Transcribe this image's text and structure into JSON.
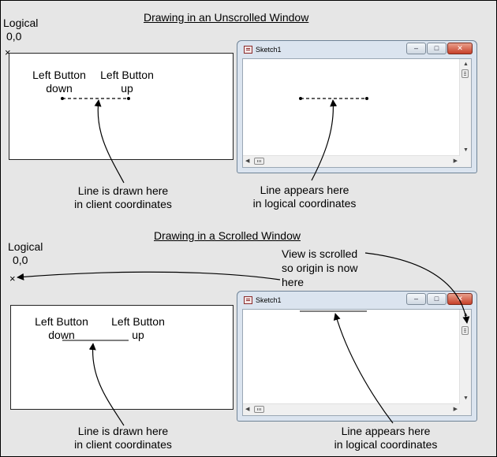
{
  "top_section": {
    "heading": "Drawing in an Unscrolled Window",
    "origin_label": "Logical",
    "origin_coords": "0,0",
    "origin_marker": "×",
    "button_down_line1": "Left Button",
    "button_down_line2": "down",
    "button_up_line1": "Left Button",
    "button_up_line2": "up",
    "client_caption_line1": "Line is drawn here",
    "client_caption_line2": "in client coordinates",
    "logical_caption_line1": "Line appears here",
    "logical_caption_line2": "in logical coordinates",
    "window": {
      "title": "Sketch1"
    }
  },
  "bottom_section": {
    "heading": "Drawing in a Scrolled Window",
    "origin_label": "Logical",
    "origin_coords": "0,0",
    "origin_marker": "×",
    "scroll_note_line1": "View is scrolled",
    "scroll_note_line2": "so origin is now",
    "scroll_note_line3": "here",
    "button_down_line1": "Left Button",
    "button_down_line2": "down",
    "button_up_line1": "Left Button",
    "button_up_line2": "up",
    "client_caption_line1": "Line is drawn here",
    "client_caption_line2": "in client coordinates",
    "logical_caption_line1": "Line appears here",
    "logical_caption_line2": "in logical coordinates",
    "window": {
      "title": "Sketch1"
    }
  },
  "window_controls": {
    "minimize_glyph": "–",
    "maximize_glyph": "□",
    "close_glyph": "✕",
    "scroll_up_glyph": "▲",
    "scroll_down_glyph": "▼",
    "scroll_left_glyph": "◀",
    "scroll_right_glyph": "▶"
  }
}
